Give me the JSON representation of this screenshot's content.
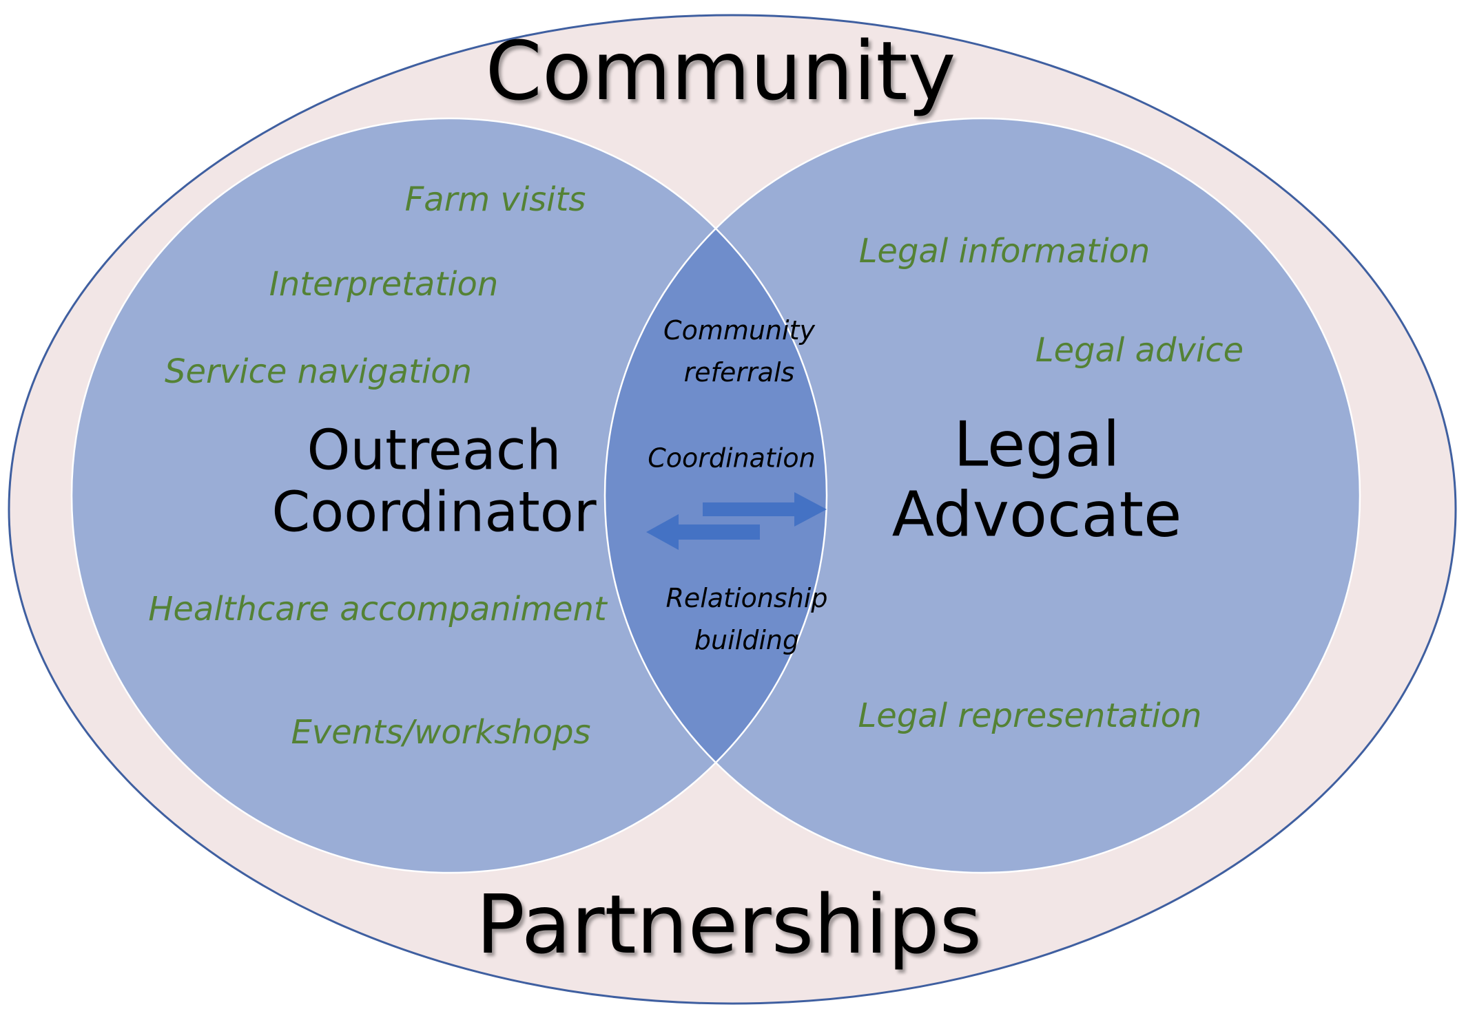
{
  "colors": {
    "outer_fill": "#f2e6e6",
    "outline": "#3f5fa0",
    "circle_fill": "#9aadd6",
    "overlap_fill": "#6f8dcb",
    "arrow": "#4472c4",
    "activity_text": "#548235",
    "shared_text": "#000000"
  },
  "outer": {
    "top_label": "Community",
    "bottom_label": "Partnerships"
  },
  "left": {
    "role_line1": "Outreach",
    "role_line2": "Coordinator",
    "activities": [
      "Farm visits",
      "Interpretation",
      "Service navigation",
      "Healthcare accompaniment",
      "Events/workshops"
    ]
  },
  "right": {
    "role_line1": "Legal",
    "role_line2": "Advocate",
    "activities": [
      "Legal information",
      "Legal advice",
      "Legal representation"
    ]
  },
  "overlap": {
    "referrals_line1": "Community",
    "referrals_line2": "referrals",
    "coordination": "Coordination",
    "relationship_line1": "Relationship",
    "relationship_line2": "building",
    "arrows_icon": "bidirectional-arrows-icon"
  }
}
